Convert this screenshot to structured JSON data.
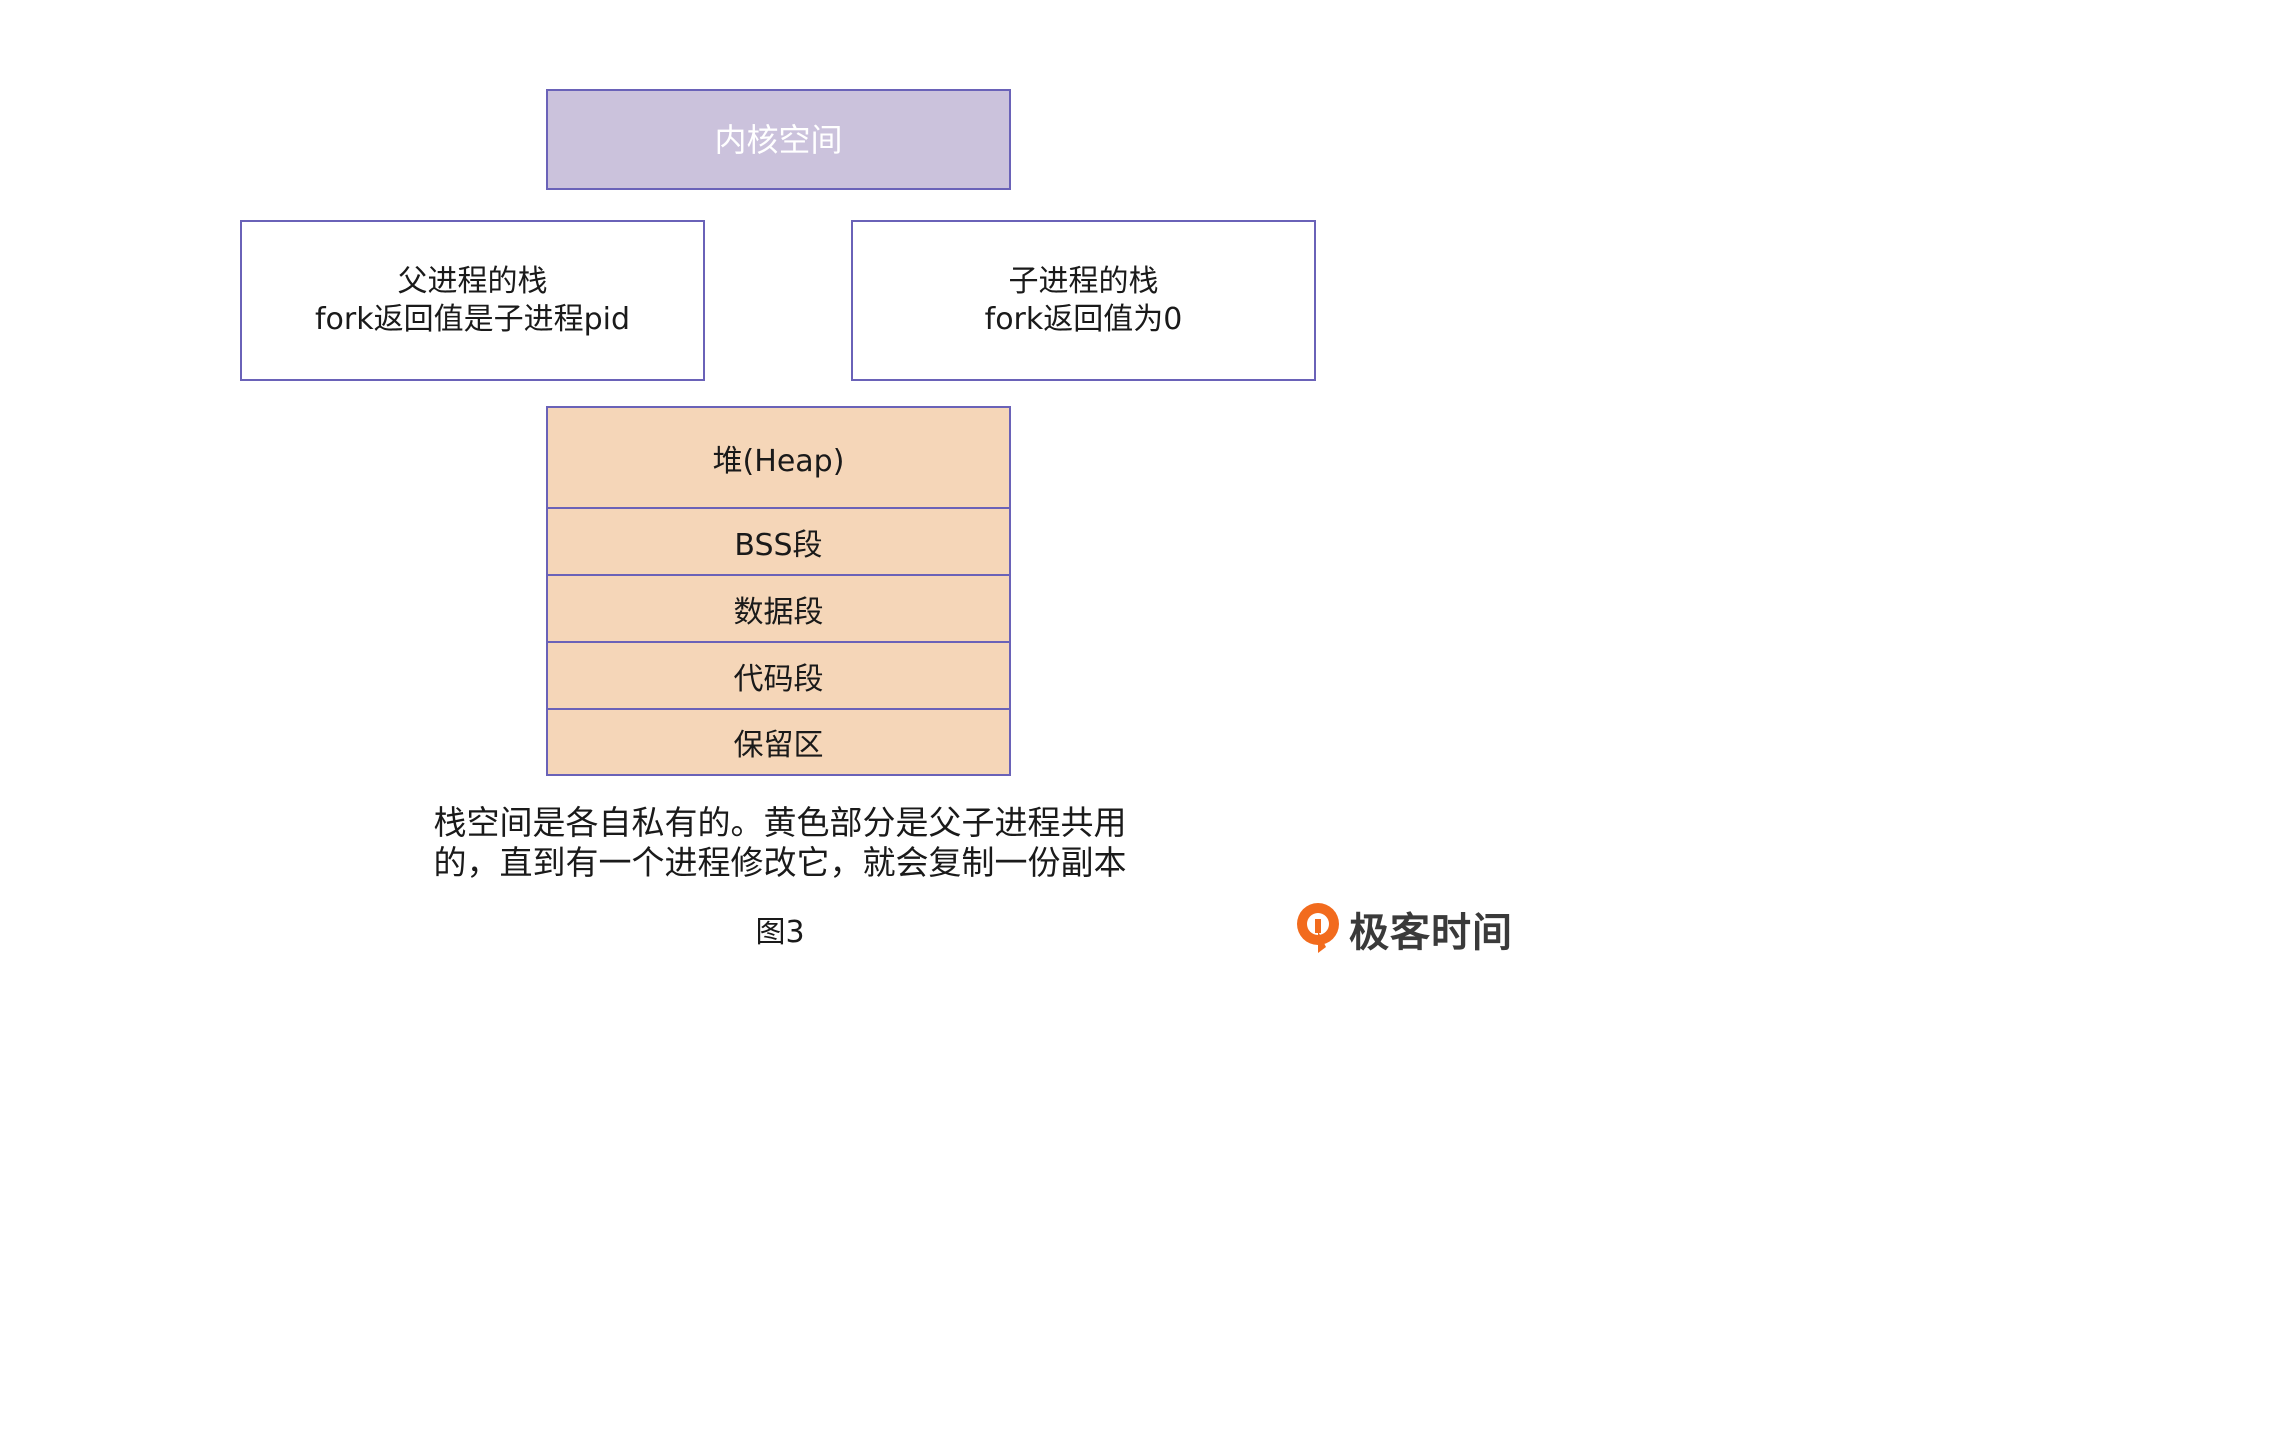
{
  "kernel": {
    "label": "内核空间"
  },
  "parent_stack": {
    "line1": "父进程的栈",
    "line2": "fork返回值是子进程pid"
  },
  "child_stack": {
    "line1": "子进程的栈",
    "line2": "fork返回值为0"
  },
  "segments": {
    "heap": "堆(Heap)",
    "bss": "BSS段",
    "data": "数据段",
    "code": "代码段",
    "reserved": "保留区"
  },
  "caption": {
    "line1": "栈空间是各自私有的。黄色部分是父子进程共用",
    "line2": "的，直到有一个进程修改它，就会复制一份副本"
  },
  "figure_label": "图3",
  "brand": {
    "name": "极客时间",
    "logo_icon": "geektime-logo-icon"
  },
  "colors": {
    "kernel_fill": "#cbc2dc",
    "shared_fill": "#f5d6b8",
    "border": "#6a62b8",
    "brand_orange": "#f26b1d"
  }
}
